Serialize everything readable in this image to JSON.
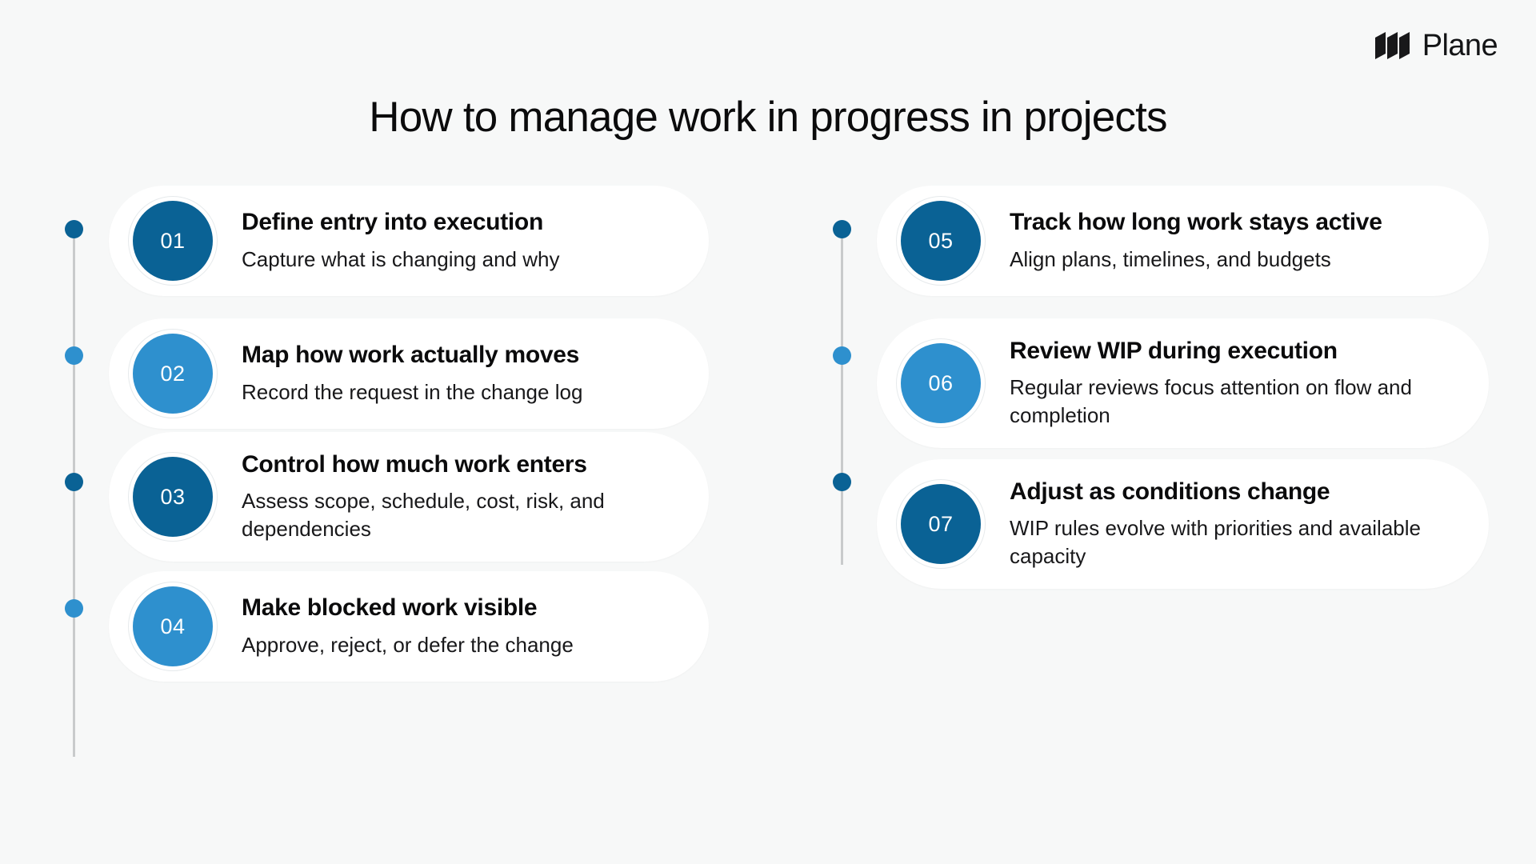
{
  "brand": {
    "name": "Plane",
    "logo_icon": "plane-logo-icon"
  },
  "header": {
    "title": "How to manage work in progress in projects"
  },
  "colors": {
    "dark_blue": "#0a6295",
    "light_blue": "#2e90ce",
    "page_background": "#f7f8f8",
    "card_background": "#ffffff",
    "rail": "#c9cbcc",
    "title_text": "#0b0b0c"
  },
  "columns": [
    {
      "name": "left-column",
      "items": [
        {
          "number": "01",
          "title": "Define entry into execution",
          "subtitle": "Capture what is changing and why",
          "accent": "#0a6295"
        },
        {
          "number": "02",
          "title": "Map how work actually moves",
          "subtitle": "Record the request in the change log",
          "accent": "#2e90ce"
        },
        {
          "number": "03",
          "title": "Control how much work enters",
          "subtitle": "Assess scope, schedule, cost, risk, and dependencies",
          "accent": "#0a6295"
        },
        {
          "number": "04",
          "title": "Make blocked work visible",
          "subtitle": "Approve, reject, or defer the change",
          "accent": "#2e90ce"
        }
      ]
    },
    {
      "name": "right-column",
      "items": [
        {
          "number": "05",
          "title": "Track how long work stays active",
          "subtitle": "Align plans, timelines, and budgets",
          "accent": "#0a6295"
        },
        {
          "number": "06",
          "title": "Review WIP during execution",
          "subtitle": "Regular reviews focus attention on flow and completion",
          "accent": "#2e90ce"
        },
        {
          "number": "07",
          "title": "Adjust as conditions change",
          "subtitle": "WIP rules evolve with priorities and available capacity",
          "accent": "#0a6295"
        }
      ]
    }
  ]
}
